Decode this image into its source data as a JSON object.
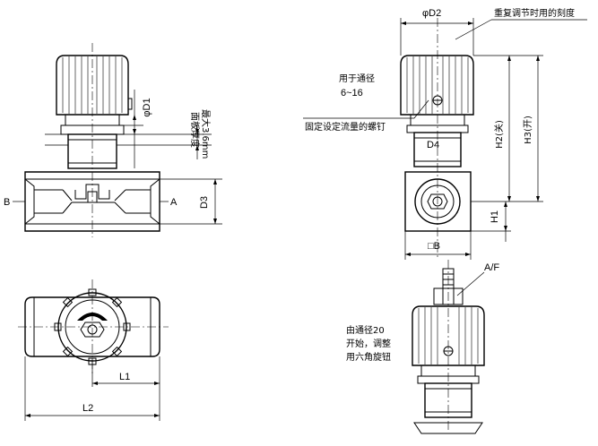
{
  "labels": {
    "d1": "φD1",
    "panel_thickness": "面板厚度",
    "max_thickness": "最大3.6mm",
    "b_port": "B",
    "a_port": "A",
    "d3": "D3",
    "l1": "L1",
    "l2": "L2",
    "d2": "φD2",
    "repeat_scale": "重复调节时用的刻度",
    "bore_size": "用于通径",
    "bore_range": "6~16",
    "fixing_screw": "固定设定流量的螺钉",
    "d4": "D4",
    "h2": "H2(关)",
    "h3": "H3(开)",
    "h1": "H1",
    "square_b": "□B",
    "af": "A/F",
    "note_line1": "由通径20",
    "note_line2": "开始，调整",
    "note_line3": "用六角旋钮"
  }
}
